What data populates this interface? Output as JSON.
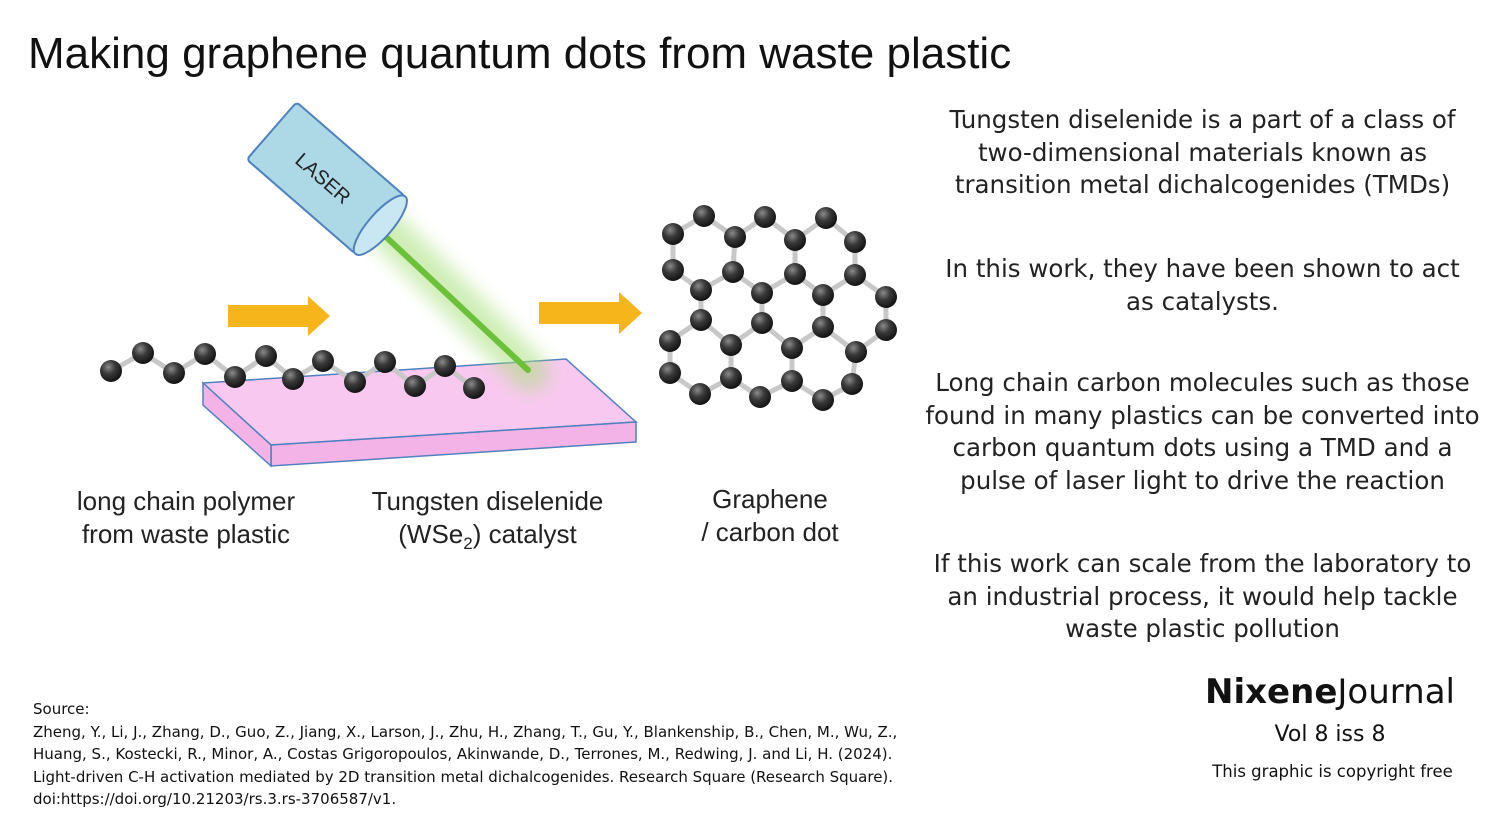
{
  "title": "Making graphene quantum dots from waste plastic",
  "laser_label": "LASER",
  "labels": {
    "polymer": [
      "long chain polymer",
      "from waste plastic"
    ],
    "catalyst_line1": "Tungsten diselenide",
    "catalyst_open": "(WSe",
    "catalyst_sub": "2",
    "catalyst_close": ") catalyst",
    "dot": [
      "Graphene",
      "/ carbon dot"
    ]
  },
  "info": [
    "Tungsten diselenide is a part of a class of two-dimensional materials known as transition metal dichalcogenides (TMDs)",
    "In this work, they have been shown to act as  catalysts.",
    "Long chain carbon molecules such as those found in many plastics can be converted into carbon quantum dots using a TMD and a pulse of laser light to drive the reaction",
    "If this work can  scale from the laboratory to an industrial process, it would help tackle waste plastic pollution"
  ],
  "source": {
    "heading": "Source:",
    "lines": [
      "Zheng, Y., Li, J., Zhang, D., Guo, Z., Jiang, X., Larson, J., Zhu, H., Zhang, T., Gu, Y., Blankenship, B., Chen, M., Wu, Z.,",
      "Huang, S., Kostecki, R., Minor, A., Costas Grigoropoulos, Akinwande, D., Terrones, M., Redwing, J. and Li, H. (2024).",
      "Light-driven C-H activation mediated by 2D transition metal dichalcogenides. Research Square (Research Square).",
      "doi:https://doi.org/10.21203/rs.3.rs-3706587/v1."
    ]
  },
  "brand": {
    "bold": "Nixene",
    "light": "Journal"
  },
  "volume": "Vol 8  iss 8",
  "copyright": "This graphic is copyright free",
  "colors": {
    "laser_body": "#add8e6",
    "laser_edge": "#4f81bd",
    "beam": "#7cc84a",
    "catalyst_fill": "#f9c8f0",
    "catalyst_edge": "#4f81bd",
    "arrow": "#f5b51b",
    "atom": "#333333",
    "bond": "#c8c8c8"
  }
}
